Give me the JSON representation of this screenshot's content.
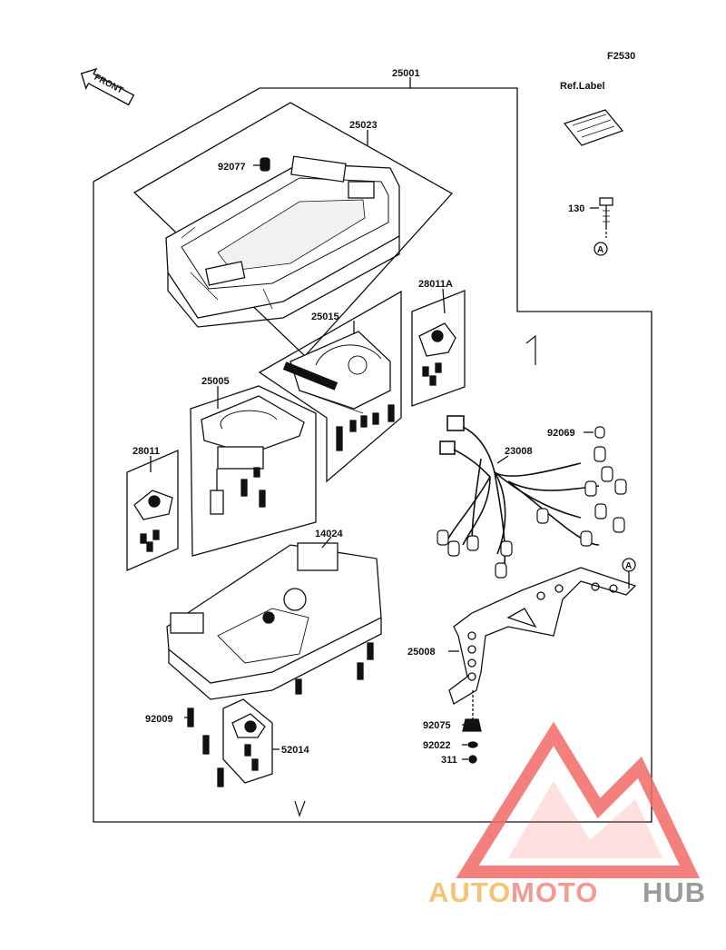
{
  "diagram": {
    "figure_code": "F2530",
    "front_label": "FRONT",
    "ref_label": "Ref.Label",
    "callout_a": "A",
    "upper_mark": "1",
    "lower_mark": "V",
    "parts": {
      "p25001": "25001",
      "p25023": "25023",
      "p92077": "92077",
      "p130": "130",
      "p28011A": "28011A",
      "p25015": "25015",
      "p25005": "25005",
      "p92069": "92069",
      "p23008": "23008",
      "p28011": "28011",
      "p14024": "14024",
      "p25008": "25008",
      "p92009": "92009",
      "p52014": "52014",
      "p92075": "92075",
      "p92022": "92022",
      "p311": "311"
    }
  },
  "watermark": {
    "text_auto": "AUTO",
    "text_moto": "MOTO",
    "text_hub": "HUB",
    "colors": {
      "auto": "#f4b95e",
      "moto": "#f08a82",
      "hub": "#8a8a8a",
      "triangle": "#f26b66"
    }
  }
}
